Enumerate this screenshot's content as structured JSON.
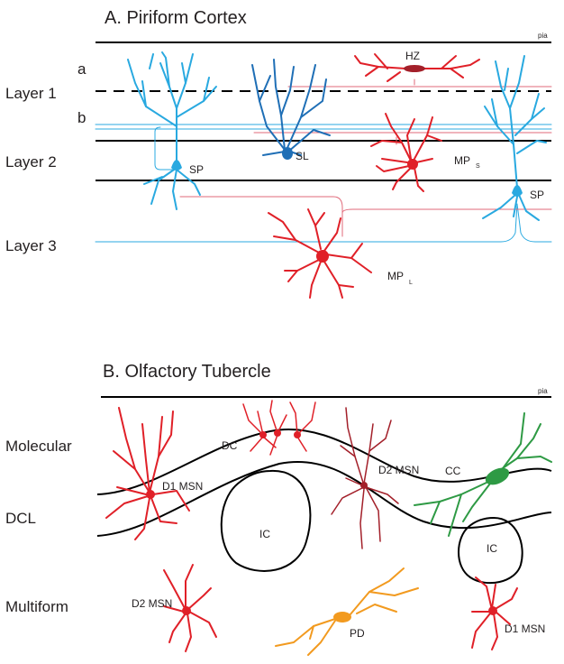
{
  "colors": {
    "light_blue": "#29a9e0",
    "dark_blue": "#1f6fb6",
    "red": "#e02028",
    "dark_red": "#a3202a",
    "pink_axon": "#e06a7a",
    "green": "#2e9a44",
    "orange": "#f29a1f",
    "line": "#000000"
  },
  "panel_a": {
    "title": "A. Piriform Cortex",
    "pia_label": "pia",
    "layers": [
      "Layer 1",
      "Layer 2",
      "Layer 3"
    ],
    "sublayers": [
      "a",
      "b"
    ],
    "cells": {
      "sp_left": "SP",
      "sl": "SL",
      "hz": "HZ",
      "mps": "MP",
      "mps_sub": "S",
      "sp_right": "SP",
      "mpl": "MP",
      "mpl_sub": "L"
    }
  },
  "panel_b": {
    "title": "B. Olfactory Tubercle",
    "pia_label": "pia",
    "layers": [
      "Molecular",
      "DCL",
      "Multiform"
    ],
    "cells": {
      "dc": "DC",
      "d1_msn_top": "D1 MSN",
      "d2_msn_top": "D2 MSN",
      "cc": "CC",
      "ic_left": "IC",
      "ic_right": "IC",
      "d2_msn_bottom": "D2 MSN",
      "pd": "PD",
      "d1_msn_bottom": "D1 MSN"
    }
  }
}
